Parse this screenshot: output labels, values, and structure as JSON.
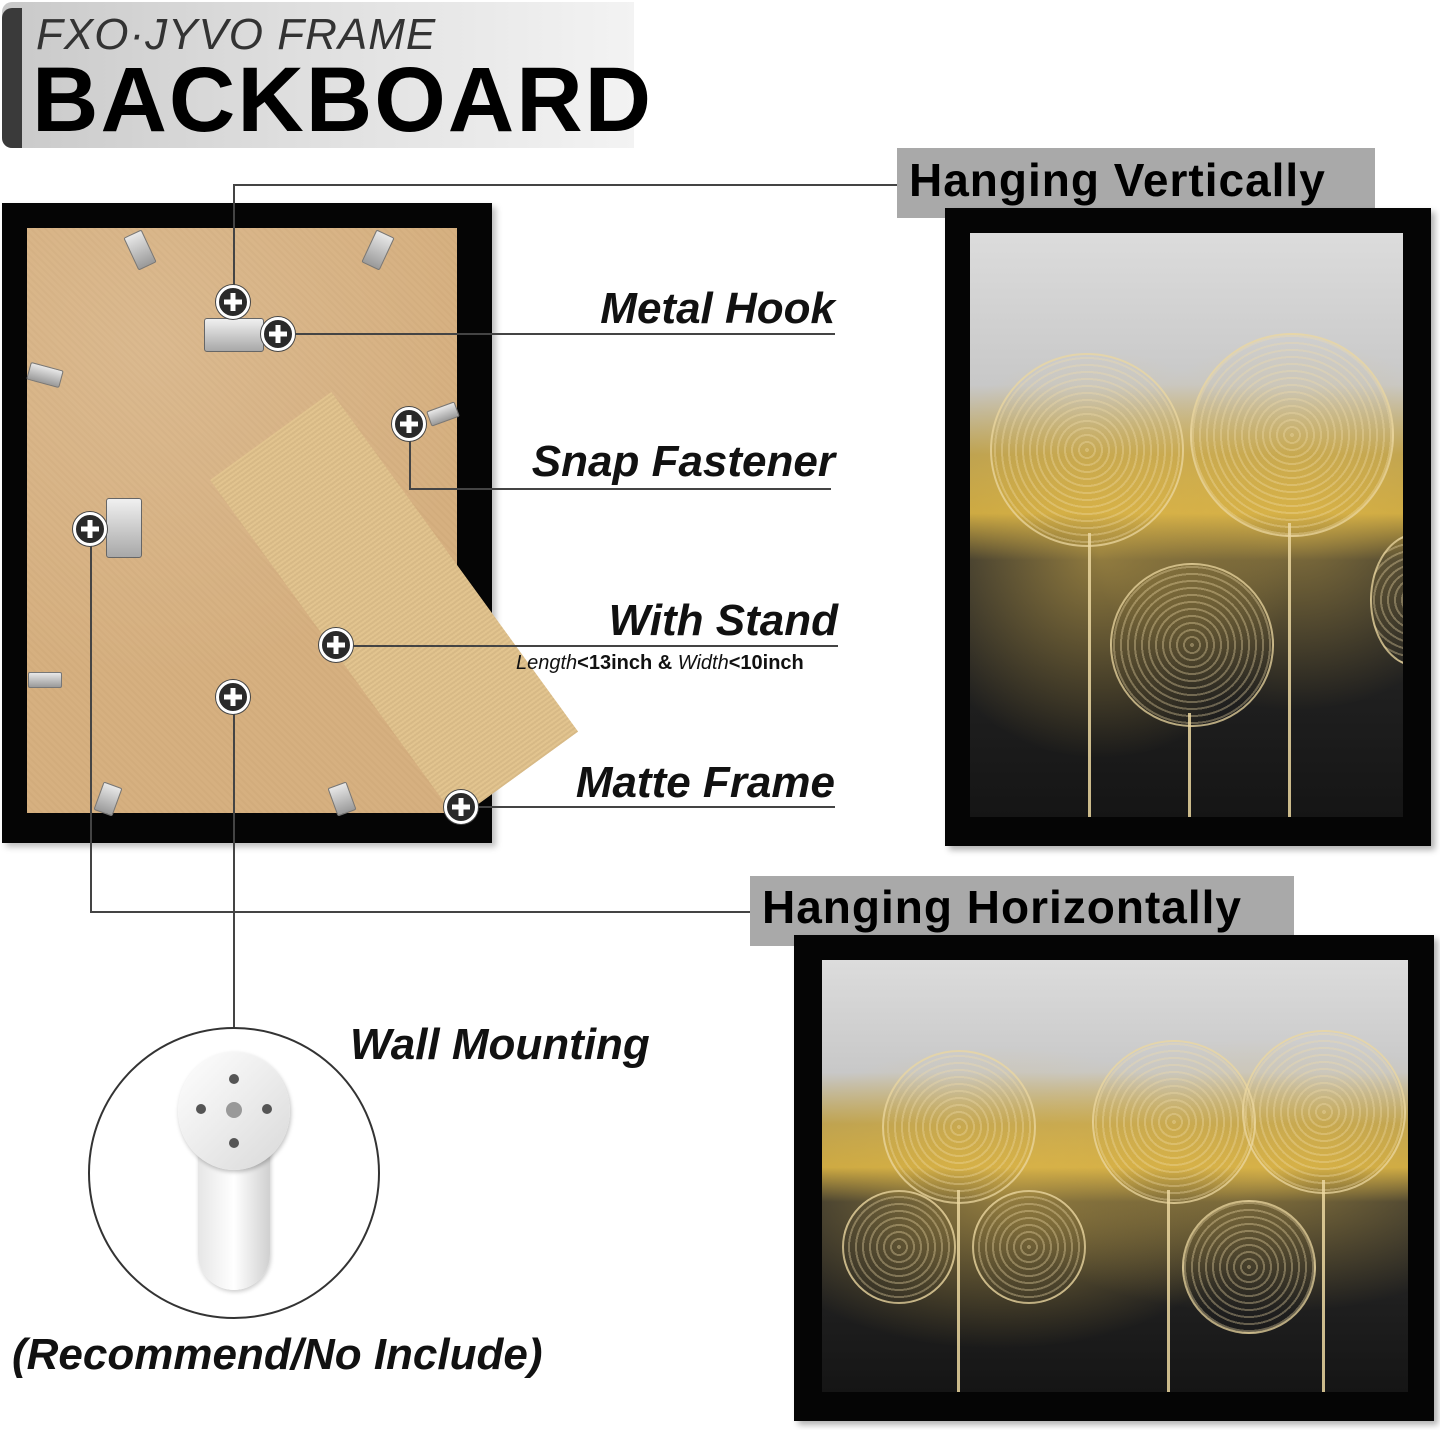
{
  "header": {
    "brand": "FXO·JYVO FRAME",
    "title": "BACKBOARD"
  },
  "callouts": {
    "metal_hook": "Metal Hook",
    "snap_fastener": "Snap Fastener",
    "with_stand": "With Stand",
    "stand_note": {
      "length_word": "Length",
      "length_value": "<13inch & ",
      "width_word": "Width",
      "width_value": "<10inch"
    },
    "matte_frame": "Matte Frame",
    "wall_mounting": "Wall Mounting",
    "recommend_note": "(Recommend/No Include)"
  },
  "sections": {
    "vertical": "Hanging Vertically",
    "horizontal": "Hanging Horizontally"
  },
  "colors": {
    "frame": "#050505",
    "backboard": "#d6b080",
    "tag": "#a9a9a9",
    "gold": "#c9a640"
  },
  "icons": [
    "plus-marker-icon",
    "wall-hook-icon"
  ]
}
